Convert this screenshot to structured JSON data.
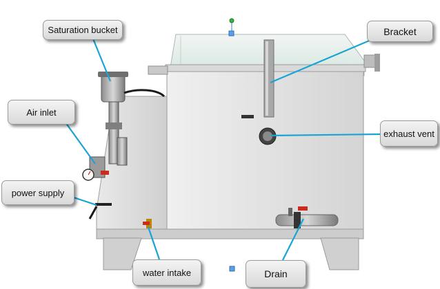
{
  "labels": {
    "saturation_bucket": "Saturation bucket",
    "air_inlet": "Air inlet",
    "power_supply": "power supply",
    "water_intake": "water intake",
    "bracket": "Bracket",
    "exhaust_vent": "exhaust vent",
    "drain": "Drain"
  },
  "colors": {
    "leader_line": "#17a4d6",
    "cabinet": "#dcdcdc",
    "lid": "#cfe3da",
    "selection_handle": "#2f7fd6",
    "rotation_handle": "#3cb043"
  }
}
